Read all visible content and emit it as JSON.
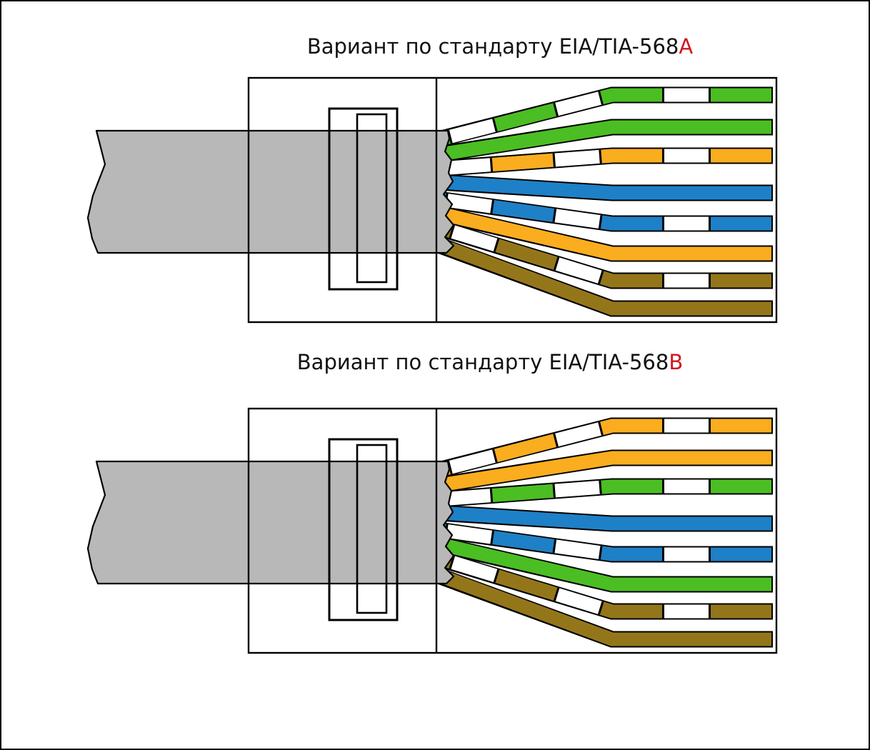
{
  "page": {
    "background": "#ffffff",
    "border_color": "#000000"
  },
  "palette": {
    "green": "#4bbe23",
    "orange": "#faad1e",
    "blue": "#1e80c6",
    "brown": "#94761a",
    "white": "#ffffff",
    "cable_gray": "#b8b8b8",
    "line_black": "#000000",
    "title_red": "#d2161c",
    "title_black": "#111111"
  },
  "titles": [
    {
      "prefix": "Вариант по стандарту EIA/TIA-568",
      "highlight": "A",
      "highlight_color": "#d2161c"
    },
    {
      "prefix": "Вариант по стандарту EIA/TIA-568",
      "highlight": "B",
      "highlight_color": "#d2161c"
    }
  ],
  "diagrams": [
    {
      "id": "EIA/TIA-568A",
      "wires": [
        {
          "pin": 1,
          "name": "white-green",
          "style": "striped",
          "color": "green"
        },
        {
          "pin": 2,
          "name": "green",
          "style": "solid",
          "color": "green"
        },
        {
          "pin": 3,
          "name": "white-orange",
          "style": "striped",
          "color": "orange"
        },
        {
          "pin": 4,
          "name": "blue",
          "style": "solid",
          "color": "blue"
        },
        {
          "pin": 5,
          "name": "white-blue",
          "style": "striped",
          "color": "blue"
        },
        {
          "pin": 6,
          "name": "orange",
          "style": "solid",
          "color": "orange"
        },
        {
          "pin": 7,
          "name": "white-brown",
          "style": "striped",
          "color": "brown"
        },
        {
          "pin": 8,
          "name": "brown",
          "style": "solid",
          "color": "brown"
        }
      ]
    },
    {
      "id": "EIA/TIA-568B",
      "wires": [
        {
          "pin": 1,
          "name": "white-orange",
          "style": "striped",
          "color": "orange"
        },
        {
          "pin": 2,
          "name": "orange",
          "style": "solid",
          "color": "orange"
        },
        {
          "pin": 3,
          "name": "white-green",
          "style": "striped",
          "color": "green"
        },
        {
          "pin": 4,
          "name": "blue",
          "style": "solid",
          "color": "blue"
        },
        {
          "pin": 5,
          "name": "white-blue",
          "style": "striped",
          "color": "blue"
        },
        {
          "pin": 6,
          "name": "green",
          "style": "solid",
          "color": "green"
        },
        {
          "pin": 7,
          "name": "white-brown",
          "style": "striped",
          "color": "brown"
        },
        {
          "pin": 8,
          "name": "brown",
          "style": "solid",
          "color": "brown"
        }
      ]
    }
  ]
}
